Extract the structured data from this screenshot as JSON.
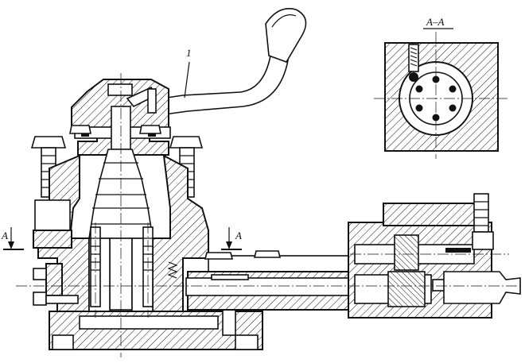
{
  "labels": {
    "callout": "1",
    "section_title": "A–A",
    "cut_left": "A",
    "cut_right": "A"
  },
  "colors": {
    "ink": "#111111",
    "paper": "#ffffff"
  }
}
